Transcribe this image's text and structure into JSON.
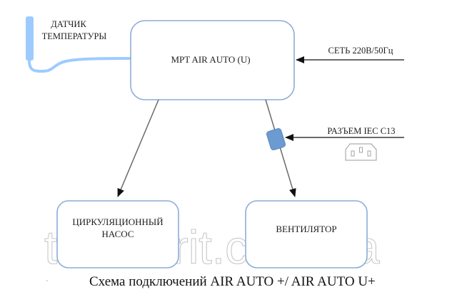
{
  "diagram": {
    "title": "Схема подключений AIR AUTO +/ AIR AUTO U+",
    "watermark": "tdfavorit.com.ua",
    "nodes": {
      "controller": {
        "label": "MPT AIR AUTO (U)"
      },
      "pump": {
        "label_lines": [
          "ЦИРКУЛЯЦИОННЫЙ",
          "НАСОС"
        ]
      },
      "fan": {
        "label": "ВЕНТИЛЯТОР"
      },
      "sensor": {
        "label_lines": [
          "ДАТЧИК",
          "ТЕМПЕРАТУРЫ"
        ]
      },
      "mains": {
        "label": "СЕТЬ 220В/50Гц"
      },
      "connector": {
        "label": "РАЗЪЕМ IEC C13",
        "icon": "iec-c13-socket-icon"
      }
    },
    "edges": [
      {
        "from": "mains",
        "to": "controller",
        "style": "arrow"
      },
      {
        "from": "controller",
        "to": "pump",
        "style": "arrow"
      },
      {
        "from": "controller",
        "to": "fan",
        "style": "arrow",
        "via": "connector"
      },
      {
        "from": "connector-label",
        "to": "connector",
        "style": "arrow"
      },
      {
        "from": "sensor",
        "to": "controller",
        "style": "cable"
      }
    ],
    "colors": {
      "box_border": "#8eacd6",
      "sensor_blue": "#9ecbff",
      "connector_fill": "#6b9bd1",
      "connector_border": "#5a86ba",
      "line": "#6a6a6a",
      "arrow": "#111111"
    }
  }
}
